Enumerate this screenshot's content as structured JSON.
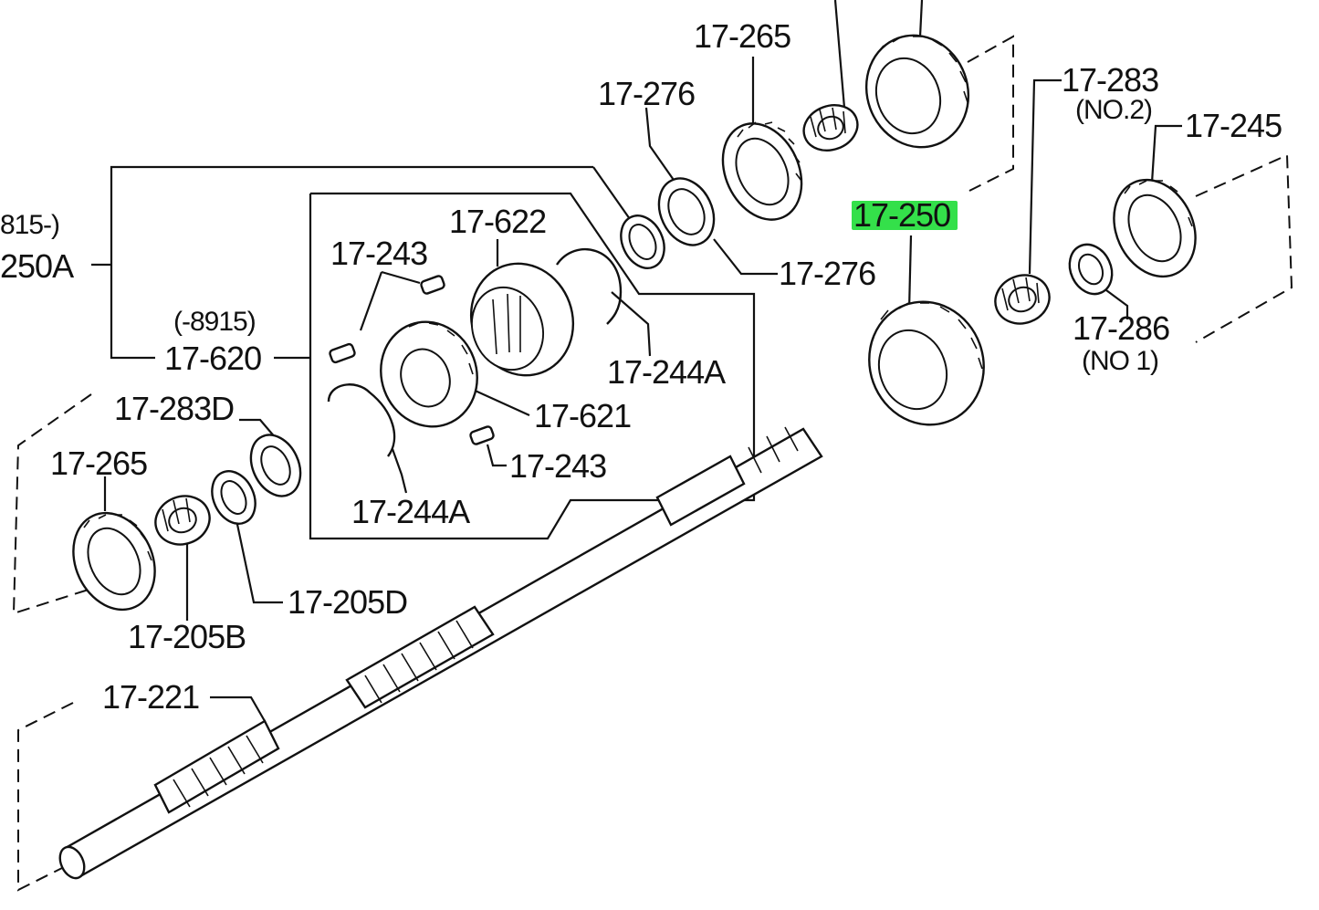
{
  "labels": {
    "c_17_265_top": "17-265",
    "c_17_276_a": "17-276",
    "c_17_276_b": "17-276",
    "c_17_283_no2": "17-283",
    "c_no2": "(NO.2)",
    "c_17_245": "17-245",
    "c_17_250": "17-250",
    "c_17_286_no1": "17-286",
    "c_no1": "(NO 1)",
    "c_815": "815-)",
    "c_250a": "250A",
    "c_17_622": "17-622",
    "c_17_243_a": "17-243",
    "c_8915": "(-8915)",
    "c_17_620": "17-620",
    "c_17_244a_a": "17-244A",
    "c_17_621": "17-621",
    "c_17_243_b": "17-243",
    "c_17_283d": "17-283D",
    "c_17_265_left": "17-265",
    "c_17_244a_b": "17-244A",
    "c_17_205d": "17-205D",
    "c_17_205b": "17-205B",
    "c_17_221": "17-221"
  },
  "colors": {
    "highlight": "#34e04a",
    "line": "#111111",
    "background": "#ffffff"
  }
}
